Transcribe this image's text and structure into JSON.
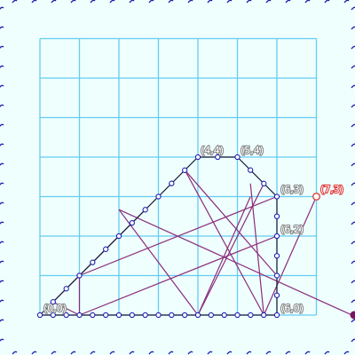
{
  "theme": {
    "background": "#eefffe",
    "grid_color": "#66ccf0",
    "outline_color": "#1a1a33",
    "chord_color": "#8b2c7a",
    "vertex_fill": "#ffffff",
    "vertex_stroke": "#1f1fb0",
    "label_text": "#ffffff",
    "label_outline": "#8a8a8a",
    "highlight_label_outline": "#e23a3a",
    "highlight_point_stroke": "#d6504f",
    "far_point_fill": "#7a1460",
    "border_dot_color": "#1f1fb0"
  },
  "labels": [
    {
      "id": "origin",
      "text": "(0,0)"
    },
    {
      "id": "p44",
      "text": "(4,4)"
    },
    {
      "id": "p54",
      "text": "(5,4)"
    },
    {
      "id": "p63",
      "text": "(6,3)"
    },
    {
      "id": "p73",
      "text": "(7,3)",
      "highlight": true
    },
    {
      "id": "p62",
      "text": "(6,2)"
    },
    {
      "id": "p60",
      "text": "(6,0)"
    }
  ]
}
